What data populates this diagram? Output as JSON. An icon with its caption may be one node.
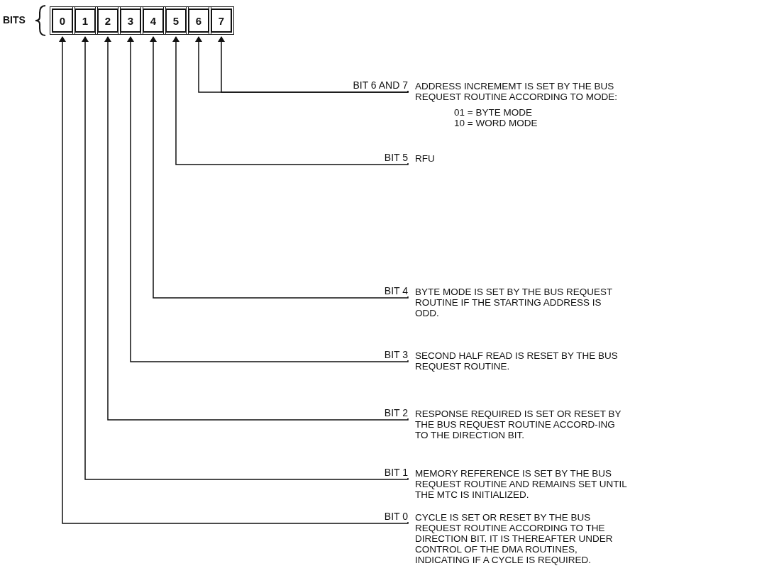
{
  "diagram": {
    "nodes": [
      {
        "text": [
          "0"
        ]
      },
      {
        "text": [
          "1"
        ]
      },
      {
        "text": [
          "2"
        ]
      },
      {
        "text": [
          "3"
        ]
      },
      {
        "text": [
          "4"
        ]
      },
      {
        "text": [
          "5"
        ]
      },
      {
        "text": [
          "6"
        ]
      },
      {
        "text": [
          "7"
        ]
      },
      {
        "text": [
          "BIT 6 AND 7"
        ],
        "beside": [
          "ADDRESS INCREMEMT IS SET BY THE BUS REQUEST ROUTINE ACCORDING TO MODE:",
          "01 = BYTE MODE",
          "10 = WORD MODE"
        ]
      },
      {
        "text": [
          "BIT 5"
        ],
        "beside": [
          "RFU"
        ]
      },
      {
        "text": [
          "BIT 4"
        ],
        "beside": [
          "BYTE MODE IS SET BY THE BUS REQUEST ROUTINE IF THE STARTING ADDRESS IS ODD."
        ]
      },
      {
        "text": [
          "BIT 3"
        ],
        "beside": [
          "SECOND HALF READ IS RESET BY THE BUS REQUEST ROUTINE."
        ]
      },
      {
        "text": [
          "BIT 2"
        ],
        "beside": [
          "RESPONSE REQUIRED IS SET OR RESET BY THE BUS REQUEST ROUTINE ACCORD-ING TO THE DIRECTION BIT."
        ]
      },
      {
        "text": [
          "BIT 1"
        ],
        "beside": [
          "MEMORY REFERENCE IS SET BY THE BUS REQUEST ROUTINE AND REMAINS SET UNTIL THE MTC IS INITIALIZED."
        ]
      },
      {
        "text": [
          "BIT 0"
        ],
        "beside": [
          "CYCLE IS SET OR RESET BY THE BUS REQUEST ROUTINE ACCORDING TO THE DIRECTION BIT. IT IS THEREAFTER UNDER CONTROL OF THE DMA ROUTINES, INDICATING IF A CYCLE IS REQUIRED."
        ]
      }
    ],
    "edges": [
      {
        "from": 8,
        "to": 6,
        "arrow": "to"
      },
      {
        "from": 8,
        "to": 7,
        "arrow": "to"
      },
      {
        "from": 9,
        "to": 5,
        "arrow": "to"
      },
      {
        "from": 10,
        "to": 4,
        "arrow": "to"
      },
      {
        "from": 11,
        "to": 3,
        "arrow": "to"
      },
      {
        "from": 12,
        "to": 2,
        "arrow": "to"
      },
      {
        "from": 13,
        "to": 1,
        "arrow": "to"
      },
      {
        "from": 14,
        "to": 0,
        "arrow": "to"
      }
    ],
    "labels": [
      "BITS"
    ]
  }
}
